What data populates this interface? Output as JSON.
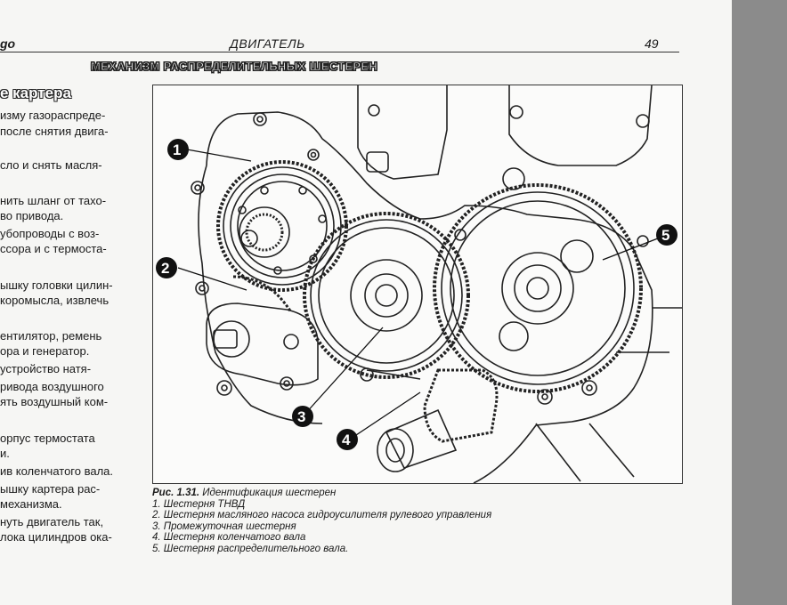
{
  "header": {
    "left": "go",
    "center": "ДВИГАТЕЛЬ",
    "page_number": "49"
  },
  "banner": "МЕХАНИЗМ РАСПРЕДЕЛИТЕЛЬНЫХ ШЕСТЕРЕН",
  "section_title": "е картера",
  "body_lines": [
    "изму газораспреде-",
    "после снятия двига-",
    "сло и снять масля-",
    "нить шланг от тахо-",
    "во привода.",
    "убопроводы с воз-",
    "ссора и с термоста-",
    "ышку головки цилин-",
    "коромысла, извлечь",
    "ентилятор, ремень",
    "ора и генератор.",
    " устройство натя-",
    "ривода воздушного",
    "ять воздушный ком-",
    "орпус термостата",
    "и.",
    "ив коленчатого вала.",
    "ышку картера рас-",
    " механизма.",
    "нуть двигатель так,",
    "лока цилиндров ока-"
  ],
  "figure": {
    "callouts": [
      "1",
      "2",
      "3",
      "4",
      "5"
    ]
  },
  "caption": {
    "number": "Рис. 1.31.",
    "title": "Идентификация шестерен",
    "items": [
      "1. Шестерня ТНВД",
      "2. Шестерня масляного насоса гидроусилителя рулевого управления",
      "3. Промежуточная шестерня",
      "4. Шестерня коленчатого вала",
      "5. Шестерня распределительного вала."
    ]
  }
}
